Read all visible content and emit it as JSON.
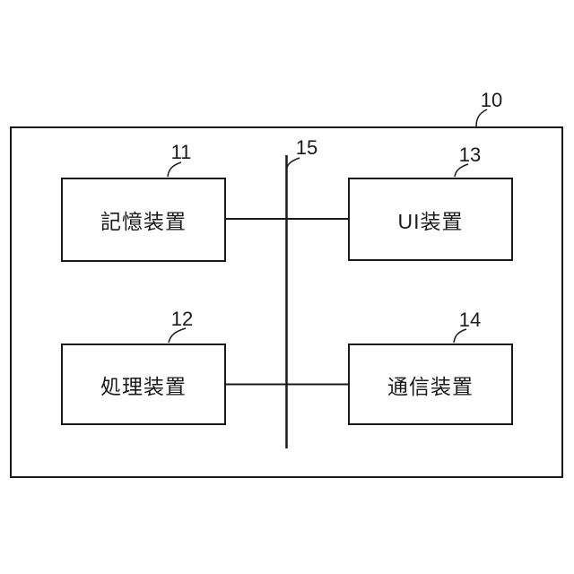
{
  "diagram": {
    "type": "block-diagram",
    "system": {
      "ref": "10"
    },
    "bus": {
      "ref": "15"
    },
    "boxes": [
      {
        "ref": "11",
        "label": "記憶装置"
      },
      {
        "ref": "12",
        "label": "処理装置"
      },
      {
        "ref": "13",
        "label": "UI装置"
      },
      {
        "ref": "14",
        "label": "通信装置"
      }
    ],
    "colors": {
      "line": "#1a1a1a",
      "background": "#ffffff"
    }
  }
}
